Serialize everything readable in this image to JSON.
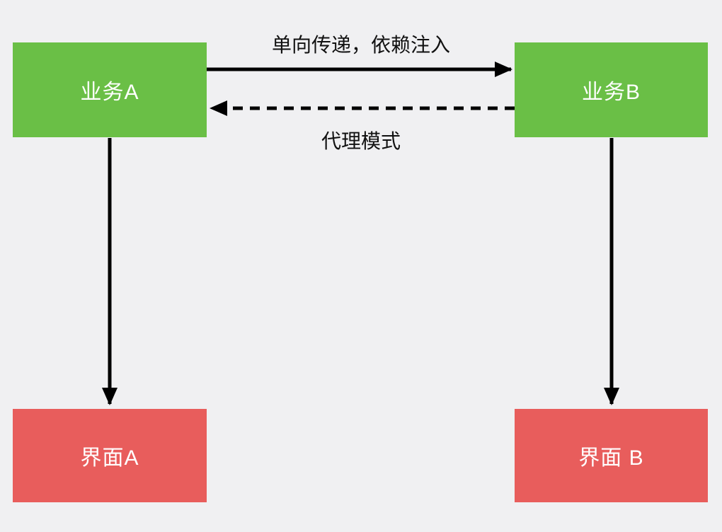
{
  "diagram": {
    "title": "",
    "colors": {
      "background": "#f0f0f2",
      "node_green": "#6abf46",
      "node_red": "#e85d5c",
      "arrow": "#000000",
      "node_text": "#ffffff",
      "label_text": "#111111"
    },
    "nodes": {
      "business_a": {
        "label": "业务A",
        "color": "#6abf46"
      },
      "business_b": {
        "label": "业务B",
        "color": "#6abf46"
      },
      "ui_a": {
        "label": "界面A",
        "color": "#e85d5c"
      },
      "ui_b": {
        "label": "界面 B",
        "color": "#e85d5c"
      }
    },
    "edges": {
      "forward": {
        "label": "单向传递，依赖注入",
        "style": "solid",
        "from": "business_a",
        "to": "business_b"
      },
      "backward": {
        "label": "代理模式",
        "style": "dashed",
        "from": "business_b",
        "to": "business_a"
      },
      "down_a": {
        "label": "",
        "style": "solid",
        "from": "business_a",
        "to": "ui_a"
      },
      "down_b": {
        "label": "",
        "style": "solid",
        "from": "business_b",
        "to": "ui_b"
      }
    }
  }
}
